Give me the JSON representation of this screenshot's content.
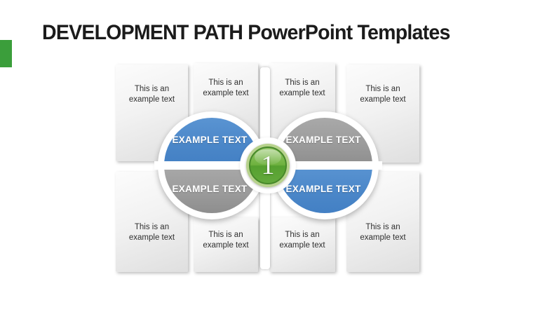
{
  "header": {
    "title": "DEVELOPMENT PATH PowerPoint Templates",
    "accent_bar_color": "#3b9e3b"
  },
  "diagram": {
    "center_number": "1",
    "colors": {
      "petal_blue": "#4a86c8",
      "petal_gray": "#9a9a9a",
      "center_green": "#6fb23f",
      "center_green_ring": "#b7d28c",
      "box_background": "#f2f2f2",
      "box_text": "#2f2f2f",
      "petal_text": "#ffffff",
      "title_text": "#1b1b1b"
    },
    "petals": [
      {
        "quadrant": "top-left",
        "color": "blue",
        "label": "EXAMPLE TEXT"
      },
      {
        "quadrant": "top-right",
        "color": "gray",
        "label": "EXAMPLE TEXT"
      },
      {
        "quadrant": "bottom-left",
        "color": "gray",
        "label": "EXAMPLE TEXT"
      },
      {
        "quadrant": "bottom-right",
        "color": "blue",
        "label": "EXAMPLE TEXT"
      }
    ],
    "boxes": [
      {
        "position": "top-row-1",
        "text": "This is an example text"
      },
      {
        "position": "top-row-2",
        "text": "This is an example text"
      },
      {
        "position": "top-row-3",
        "text": "This is an example text"
      },
      {
        "position": "top-row-4",
        "text": "This is an example text"
      },
      {
        "position": "bottom-row-1",
        "text": "This is an example text"
      },
      {
        "position": "bottom-row-2",
        "text": "This is an example text"
      },
      {
        "position": "bottom-row-3",
        "text": "This is an example text"
      },
      {
        "position": "bottom-row-4",
        "text": "This is an example text"
      }
    ]
  }
}
